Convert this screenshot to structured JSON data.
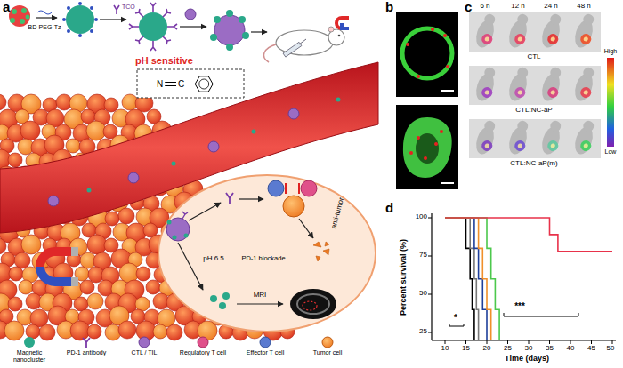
{
  "diagram": {
    "nodes": [
      {
        "text": [
          "pH sensitive",
          "N",
          "C"
        ]
      }
    ],
    "labels": [
      "a",
      "BD-PEG-Tz",
      "TCO",
      "pH 6.5",
      "PD-1 blockade",
      "MRI",
      "anti-tumor",
      "b",
      "c",
      "6 h",
      "12 h",
      "24 h",
      "48 h",
      "CTL",
      "CTL:NC-aP",
      "CTL:NC-aP(m)",
      "High",
      "Low",
      "d",
      "100",
      "75",
      "50",
      "25",
      "10",
      "15",
      "20",
      "25",
      "30",
      "35",
      "40",
      "45",
      "50",
      "Percent survival (%)",
      "Time (days)",
      "*",
      "***"
    ],
    "legend": [
      {
        "text": "Magnetic nanocluster"
      },
      {
        "text": "PD-1 antibody"
      },
      {
        "text": "CTL / TIL"
      },
      {
        "text": "Regulatory T cell"
      },
      {
        "text": "Effector T cell"
      },
      {
        "text": "Tumor cell"
      }
    ]
  }
}
